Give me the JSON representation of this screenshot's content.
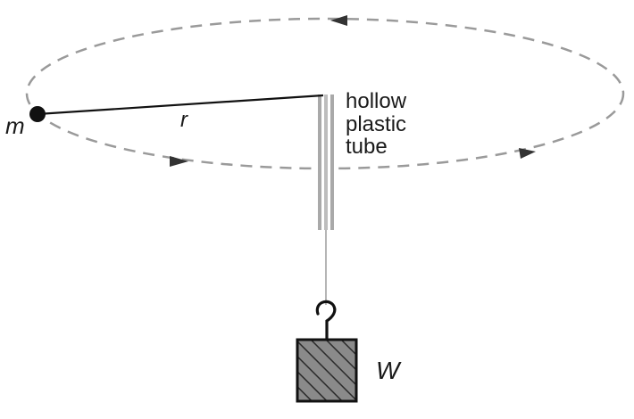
{
  "labels": {
    "mass": "m",
    "radius": "r",
    "tube_line1": "hollow",
    "tube_line2": "plastic",
    "tube_line3": "tube",
    "weight": "W"
  },
  "colors": {
    "orbit": "#999999",
    "tube": "#a9a9a9",
    "string": "#111111",
    "weight_fill": "#8a8a8a",
    "weight_hatch": "#333333"
  },
  "icons": {
    "orbit_direction": "arrowhead-icon"
  }
}
